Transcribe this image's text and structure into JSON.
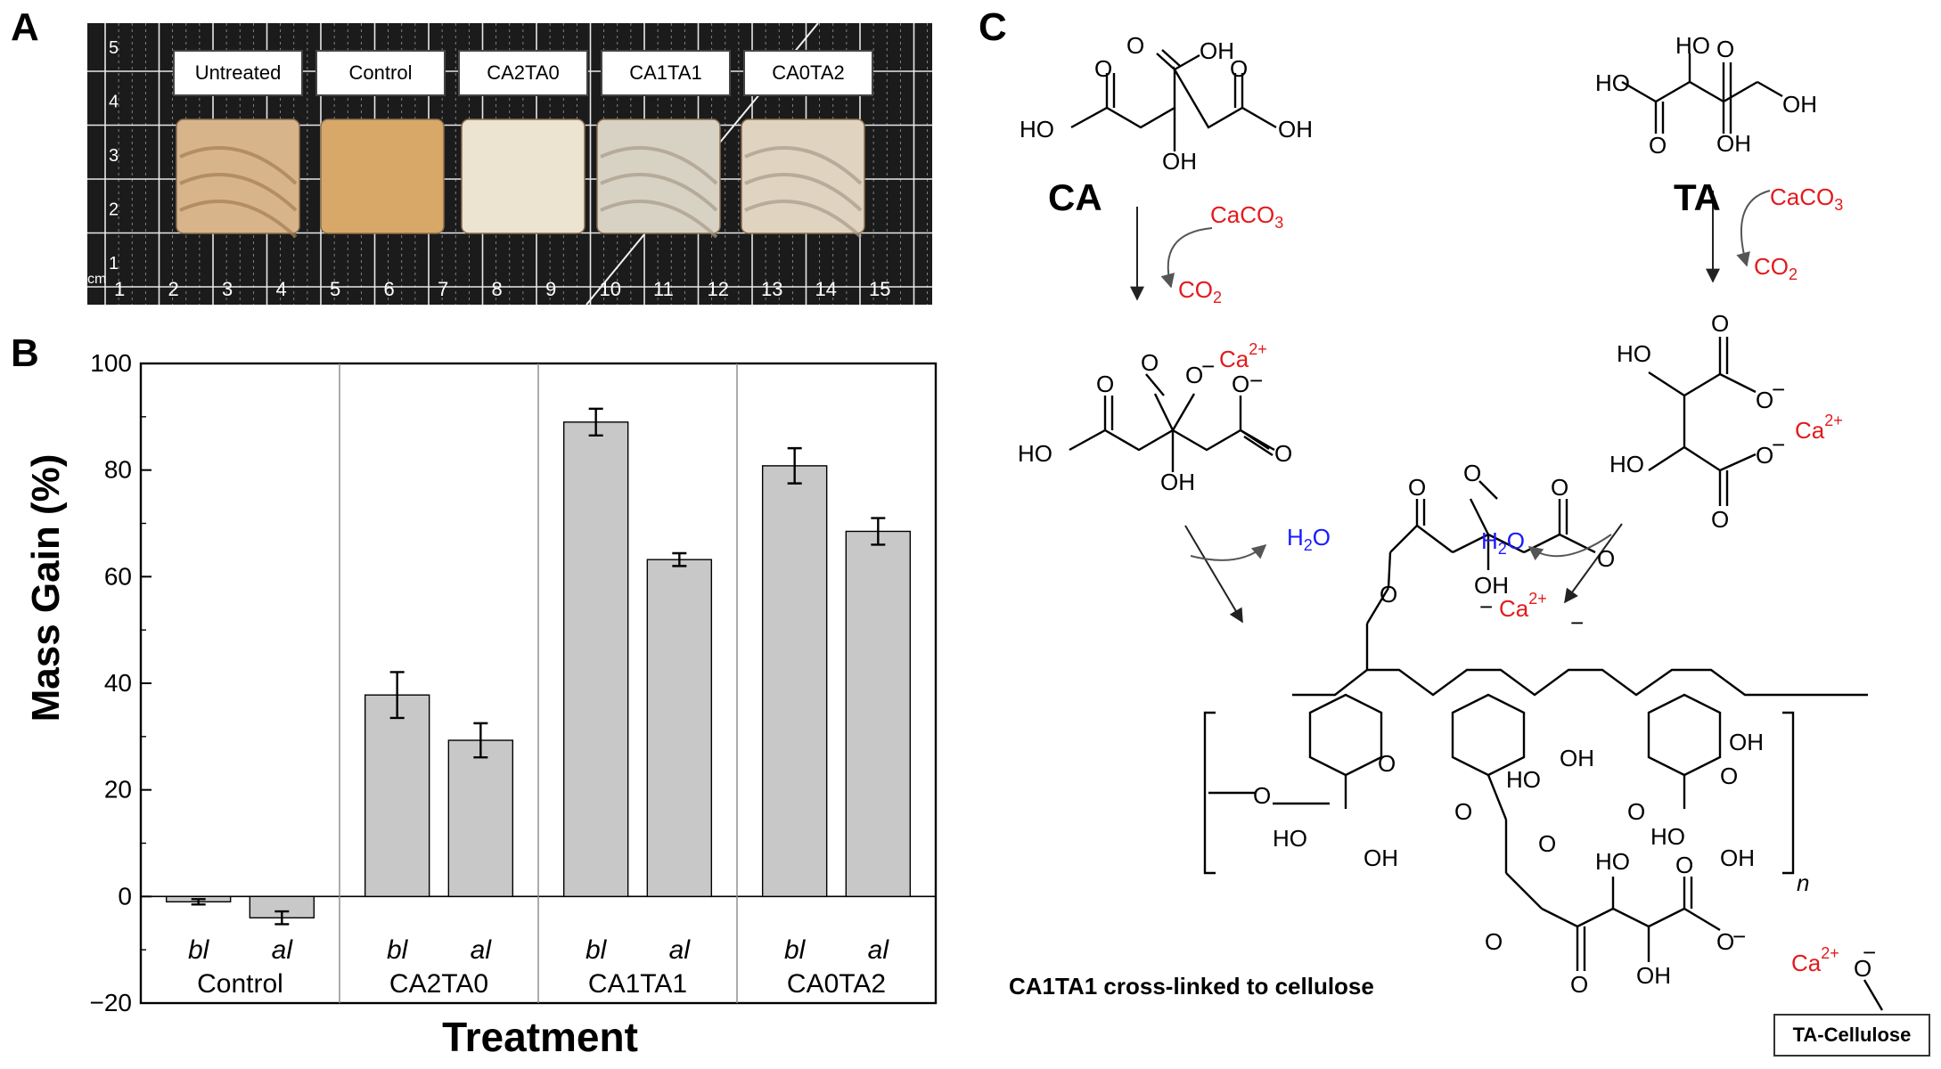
{
  "panels": {
    "a": "A",
    "b": "B",
    "c": "C"
  },
  "photo": {
    "labels": [
      "Untreated",
      "Control",
      "CA2TA0",
      "CA1TA1",
      "CA0TA2"
    ],
    "ruler_x": [
      "1",
      "2",
      "3",
      "4",
      "5",
      "6",
      "7",
      "8",
      "9",
      "10",
      "11",
      "12",
      "13",
      "14",
      "15"
    ],
    "ruler_y": [
      "5",
      "4",
      "3",
      "2",
      "1"
    ],
    "unit": "cm",
    "sample_colors": [
      "#d8b48a",
      "#d7a868",
      "#ece3d0",
      "#d8d2c4",
      "#e0d4c0"
    ]
  },
  "chart_data": {
    "type": "bar",
    "ylabel": "Mass Gain (%)",
    "xlabel": "Treatment",
    "ylim": [
      -20,
      100
    ],
    "yticks": [
      -20,
      0,
      20,
      40,
      60,
      80,
      100
    ],
    "groups": [
      {
        "name": "Control",
        "bars": [
          {
            "label": "bl",
            "value": -1.0,
            "err": 0.5
          },
          {
            "label": "al",
            "value": -4.0,
            "err": 1.2
          }
        ]
      },
      {
        "name": "CA2TA0",
        "bars": [
          {
            "label": "bl",
            "value": 37.8,
            "err": 4.3
          },
          {
            "label": "al",
            "value": 29.3,
            "err": 3.2
          }
        ]
      },
      {
        "name": "CA1TA1",
        "bars": [
          {
            "label": "bl",
            "value": 89.0,
            "err": 2.5
          },
          {
            "label": "al",
            "value": 63.2,
            "err": 1.2
          }
        ]
      },
      {
        "name": "CA0TA2",
        "bars": [
          {
            "label": "bl",
            "value": 80.8,
            "err": 3.3
          },
          {
            "label": "al",
            "value": 68.5,
            "err": 2.5
          }
        ]
      }
    ],
    "bar_color": "#c8c8c8",
    "grid": false
  },
  "scheme": {
    "ca": "CA",
    "ta": "TA",
    "caco3": "CaCO",
    "caco3_sub": "3",
    "co2": "CO",
    "co2_sub": "2",
    "h2o": "H",
    "h2o_sub": "2",
    "h2o_end": "O",
    "ca_ion": "Ca",
    "ca_charge": "2+",
    "oh": "OH",
    "ho": "HO",
    "o": "O",
    "minus": "−",
    "n": "n",
    "caption": "CA1TA1 cross-linked to cellulose",
    "box": "TA-Cellulose",
    "red": "#e31a1c",
    "blue": "#1a1aff"
  }
}
